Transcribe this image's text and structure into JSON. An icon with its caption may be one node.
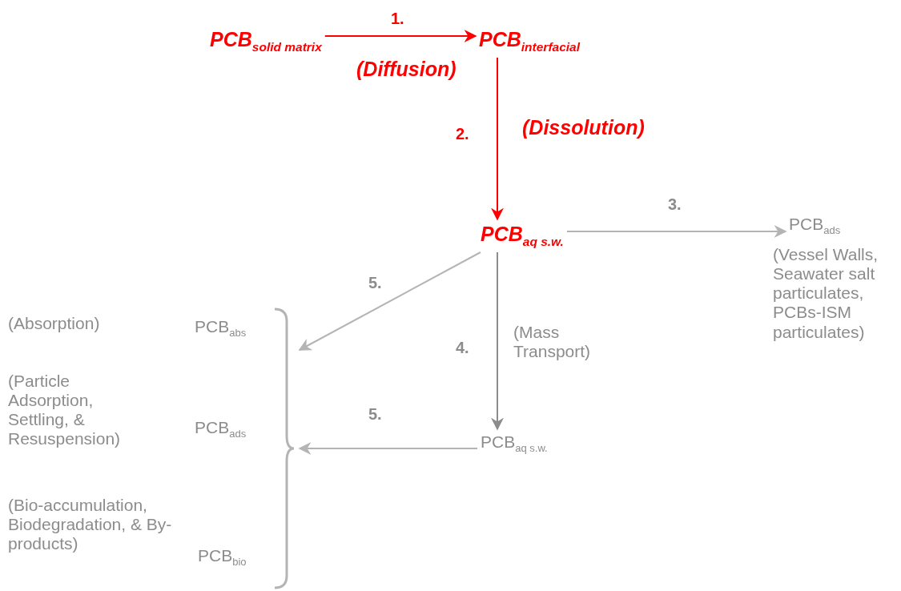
{
  "diagram": {
    "nodes": [
      {
        "text": [
          "PCB$_{solid matrix}$"
        ]
      },
      {
        "text": [
          "PCB$_{interfacial}$"
        ]
      },
      {
        "text": [
          "PCB$_{aq s.w.}$"
        ]
      },
      {
        "text": [
          "PCB$_{ads}$"
        ],
        "beside": [
          "(Vessel Walls, Seawater salt particulates, PCBs-ISM particulates)"
        ]
      },
      {
        "text": [
          "PCB$_{aq s.w.}$"
        ]
      },
      {
        "text": [
          "PCB$_{abs}$"
        ]
      },
      {
        "text": [
          "PCB$_{ads}$"
        ]
      },
      {
        "text": [
          "PCB$_{bio}$"
        ]
      },
      {
        "text": [],
        "shape": "bracket"
      }
    ],
    "edges": [
      {
        "from": 0,
        "to": 1,
        "arrow": "to",
        "label": "1.",
        "color": "#ff0000"
      },
      {
        "from": 1,
        "to": 2,
        "arrow": "to",
        "label": "2.",
        "color": "#ff0000"
      },
      {
        "from": 2,
        "to": 3,
        "arrow": "to",
        "label": "3."
      },
      {
        "from": 2,
        "to": 8,
        "arrow": "to",
        "label": "5."
      },
      {
        "from": 2,
        "to": 4,
        "arrow": "to",
        "label": "4.",
        "color": "#8c8c8c"
      },
      {
        "from": 4,
        "to": 8,
        "arrow": "to",
        "label": "5."
      }
    ],
    "labels": [
      "(Diffusion)",
      "(Dissolution)",
      "(Mass Transport)",
      "(Absorption)",
      "(Particle Adsorption, Settling, & Resuspension)",
      "(Bio-accumulation, Biodegradation, & By-products)"
    ]
  }
}
